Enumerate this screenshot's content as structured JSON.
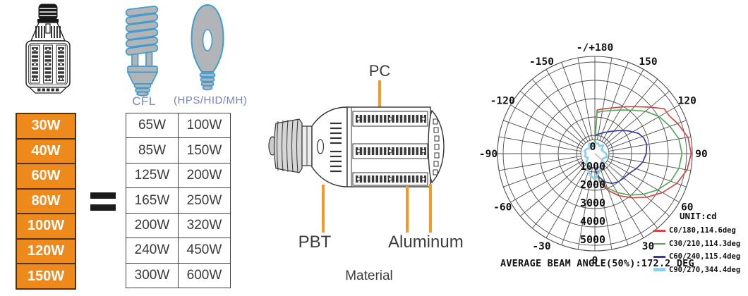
{
  "comparison": {
    "cfl_label": "CFL",
    "hid_label": "(HPS/HID/MH)",
    "equals": "=",
    "led_wattages": [
      "30W",
      "40W",
      "60W",
      "80W",
      "100W",
      "120W",
      "150W"
    ],
    "cfl_wattages": [
      "65W",
      "85W",
      "125W",
      "165W",
      "200W",
      "240W",
      "300W"
    ],
    "hid_wattages": [
      "100W",
      "150W",
      "200W",
      "250W",
      "320W",
      "450W",
      "600W"
    ],
    "colors": {
      "led_cell_fill": "#ee8a1b",
      "led_cell_border": "#4a3112",
      "led_cell_text": "#ffffff",
      "table_border": "#3f3f3f",
      "table_text": "#3a3a3a",
      "label_blue": "#7583ba",
      "bulb_outline_blue": "#3f9bd0",
      "bulb_fill_gray": "#b2b5b7"
    }
  },
  "materials": {
    "pc_label": "PC",
    "pbt_label": "PBT",
    "aluminum_label": "Aluminum",
    "caption": "Material",
    "callout_color": "#f09a28",
    "text_color": "#3c3c3c"
  },
  "chart_data": {
    "type": "polar",
    "unit_label": "UNIT:cd",
    "footer": "AVERAGE BEAM ANGLE(50%):172.2 DEG",
    "radial_unit": "cd",
    "radial_max_cd": 5300,
    "grid_color": "#4d4d4d",
    "label_color": "#111111",
    "radial_ticks": [
      {
        "label": "0",
        "cd": 0
      },
      {
        "label": "1000",
        "cd": 1000
      },
      {
        "label": "2000",
        "cd": 2000
      },
      {
        "label": "3000",
        "cd": 3000
      },
      {
        "label": "4000",
        "cd": 4000
      },
      {
        "label": "5000",
        "cd": 5000
      }
    ],
    "angle_labels": [
      {
        "label": "-/+180",
        "angle": 180
      },
      {
        "label": "-150",
        "angle": -150
      },
      {
        "label": "150",
        "angle": 150
      },
      {
        "label": "-120",
        "angle": -120
      },
      {
        "label": "120",
        "angle": 120
      },
      {
        "label": "-90",
        "angle": -90
      },
      {
        "label": "90",
        "angle": 90
      },
      {
        "label": "-60",
        "angle": -60
      },
      {
        "label": "60",
        "angle": 60
      },
      {
        "label": "-30",
        "angle": -30
      },
      {
        "label": "30",
        "angle": 30
      },
      {
        "label": "0",
        "angle": 0
      }
    ],
    "series": [
      {
        "name": "C0/180,114.6deg",
        "color": "#cf4848",
        "width": 1.7,
        "closed": false,
        "points": [
          [
            1,
            900
          ],
          [
            10,
            1600
          ],
          [
            20,
            2150
          ],
          [
            30,
            2650
          ],
          [
            40,
            3150
          ],
          [
            50,
            3700
          ],
          [
            60,
            4250
          ],
          [
            70,
            4750
          ],
          [
            80,
            5100
          ],
          [
            90,
            5250
          ],
          [
            100,
            5150
          ],
          [
            110,
            4800
          ],
          [
            117,
            4550
          ],
          [
            123,
            4500
          ],
          [
            130,
            3950
          ],
          [
            140,
            3350
          ],
          [
            150,
            2950
          ],
          [
            160,
            2650
          ],
          [
            170,
            2480
          ],
          [
            177,
            2380
          ],
          [
            180,
            700
          ]
        ]
      },
      {
        "name": "C30/210,114.3deg",
        "color": "#57a85c",
        "width": 1.7,
        "closed": false,
        "points": [
          [
            1,
            850
          ],
          [
            10,
            1500
          ],
          [
            20,
            2000
          ],
          [
            30,
            2450
          ],
          [
            40,
            2950
          ],
          [
            50,
            3450
          ],
          [
            60,
            3950
          ],
          [
            70,
            4400
          ],
          [
            80,
            4650
          ],
          [
            90,
            4750
          ],
          [
            100,
            4650
          ],
          [
            110,
            4350
          ],
          [
            120,
            4050
          ],
          [
            130,
            3600
          ],
          [
            140,
            3100
          ],
          [
            150,
            2750
          ],
          [
            160,
            2500
          ],
          [
            170,
            2350
          ],
          [
            177,
            2250
          ],
          [
            180,
            600
          ]
        ]
      },
      {
        "name": "C60/240,115.4deg",
        "color": "#3939a3",
        "width": 1.7,
        "closed": false,
        "points": [
          [
            2,
            900
          ],
          [
            10,
            1300
          ],
          [
            20,
            1650
          ],
          [
            30,
            1880
          ],
          [
            40,
            2000
          ],
          [
            50,
            2060
          ],
          [
            60,
            2160
          ],
          [
            70,
            2400
          ],
          [
            80,
            2650
          ],
          [
            90,
            2800
          ],
          [
            100,
            2870
          ],
          [
            108,
            2800
          ],
          [
            115,
            2620
          ],
          [
            125,
            2180
          ],
          [
            135,
            1780
          ],
          [
            145,
            1480
          ],
          [
            155,
            1280
          ],
          [
            165,
            1130
          ],
          [
            173,
            1060
          ],
          [
            180,
            950
          ]
        ]
      },
      {
        "name": "C90/270,344.4deg",
        "color": "#8fd2e8",
        "width": 2.8,
        "closed": true,
        "points": [
          [
            0,
            1420
          ],
          [
            15,
            1000
          ],
          [
            30,
            700
          ],
          [
            45,
            550
          ],
          [
            60,
            520
          ],
          [
            75,
            680
          ],
          [
            90,
            620
          ],
          [
            105,
            480
          ],
          [
            120,
            420
          ],
          [
            135,
            640
          ],
          [
            150,
            480
          ],
          [
            165,
            600
          ],
          [
            180,
            540
          ],
          [
            -165,
            480
          ],
          [
            -150,
            640
          ],
          [
            -135,
            420
          ],
          [
            -120,
            500
          ],
          [
            -105,
            580
          ],
          [
            -90,
            500
          ],
          [
            -75,
            560
          ],
          [
            -60,
            440
          ],
          [
            -45,
            640
          ],
          [
            -30,
            840
          ],
          [
            -15,
            1150
          ]
        ]
      }
    ]
  }
}
